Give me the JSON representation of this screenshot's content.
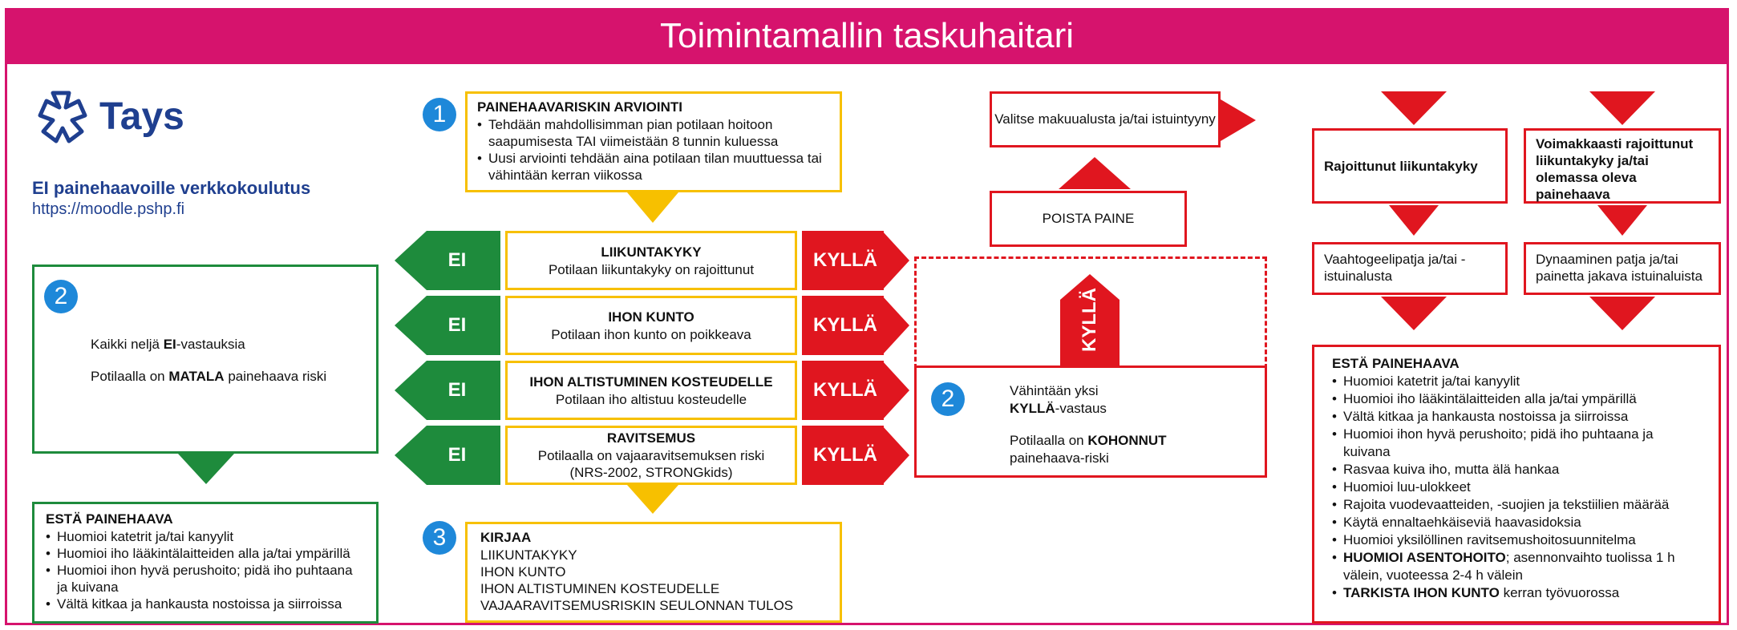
{
  "title": "Toimintamallin taskuhaitari",
  "logo": {
    "name": "Tays"
  },
  "course": {
    "title": "EI painehaavoille verkkokoulutus",
    "url": "https://moodle.pshp.fi"
  },
  "step1": {
    "num": "1",
    "heading": "PAINEHAAVARISKIN ARVIOINTI",
    "bullets": [
      "Tehdään mahdollisimman pian potilaan hoitoon saapumisesta TAI viimeistään 8 tunnin kuluessa",
      "Uusi arviointi tehdään aina potilaan tilan muuttuessa tai vähintään kerran viikossa"
    ]
  },
  "criteria": [
    {
      "title": "LIIKUNTAKYKY",
      "text": "Potilaan liikuntakyky on rajoittunut",
      "text2": ""
    },
    {
      "title": "IHON KUNTO",
      "text": "Potilaan ihon kunto on poikkeava",
      "text2": ""
    },
    {
      "title": "IHON ALTISTUMINEN KOSTEUDELLE",
      "text": "Potilaan iho altistuu kosteudelle",
      "text2": ""
    },
    {
      "title": "RAVITSEMUS",
      "text": "Potilaalla on vajaaravitsemuksen riski",
      "text2": "(NRS-2002, STRONGkids)"
    }
  ],
  "ei_label": "EI",
  "kylla_label": "KYLLÄ",
  "low_risk": {
    "num": "2",
    "line1_pre": "Kaikki neljä ",
    "line1_bold": "EI",
    "line1_post": "-vastauksia",
    "line2_pre": "Potilaalla on ",
    "line2_bold": "MATALA",
    "line2_post": " painehaava riski"
  },
  "prevent_left": {
    "heading": "ESTÄ PAINEHAAVA",
    "bullets": [
      "Huomioi katetrit ja/tai kanyylit",
      "Huomioi iho lääkintälaitteiden alla ja/tai ympärillä",
      "Huomioi ihon hyvä perushoito; pidä iho puhtaana ja kuivana",
      "Vältä kitkaa ja hankausta nostoissa ja siirroissa"
    ]
  },
  "step3": {
    "num": "3",
    "heading": "KIRJAA",
    "lines": [
      "LIIKUNTAKYKY",
      "IHON KUNTO",
      "IHON ALTISTUMINEN KOSTEUDELLE",
      "VAJAARAVITSEMUSRISKIN SEULONNAN TULOS"
    ]
  },
  "high_risk": {
    "num": "2",
    "line1": "Vähintään yksi",
    "line2_bold": "KYLLÄ",
    "line2_post": "-vastaus",
    "line3_pre": "Potilaalla on ",
    "line3_bold": "KOHONNUT",
    "line4": "painehaava-riski"
  },
  "poista": "POISTA PAINE",
  "valitse": "Valitse makuualusta ja/tai istuintyyny",
  "right": {
    "limited": "Rajoittunut liikuntakyky",
    "severe": "Voimakkaasti rajoittunut liikuntakyky ja/tai olemassa oleva painehaava",
    "foam": "Vaahtogeelipatja ja/tai -istuinalusta",
    "dynamic": "Dynaaminen patja ja/tai painetta jakava istuinaluista"
  },
  "prevent_right": {
    "heading": "ESTÄ PAINEHAAVA",
    "bullets": [
      "Huomioi katetrit ja/tai kanyylit",
      "Huomioi iho lääkintälaitteiden alla ja/tai ympärillä",
      "Vältä kitkaa ja hankausta nostoissa ja siirroissa",
      "Huomioi ihon hyvä perushoito; pidä iho puhtaana ja kuivana",
      "Rasvaa kuiva iho, mutta älä hankaa",
      "Huomioi luu-ulokkeet",
      "Rajoita vuodevaatteiden, -suojien ja tekstiilien määrää",
      "Käytä ennaltaehkäiseviä haavasidoksia",
      "Huomioi yksilöllinen ravitsemushoitosuunnitelma"
    ],
    "asento_bold": "HUOMIOI ASENTOHOITO",
    "asento_rest": "; asennonvaihto tuolissa 1 h välein, vuoteessa 2-4 h välein",
    "tarkista_bold": "TARKISTA IHON KUNTO",
    "tarkista_rest": " kerran työvuorossa"
  },
  "colors": {
    "brand": "#d6136d",
    "green": "#1e8b3c",
    "red": "#e0161f",
    "yellow": "#f7c000",
    "blue": "#1e88d9",
    "navy": "#1f3f8f"
  }
}
